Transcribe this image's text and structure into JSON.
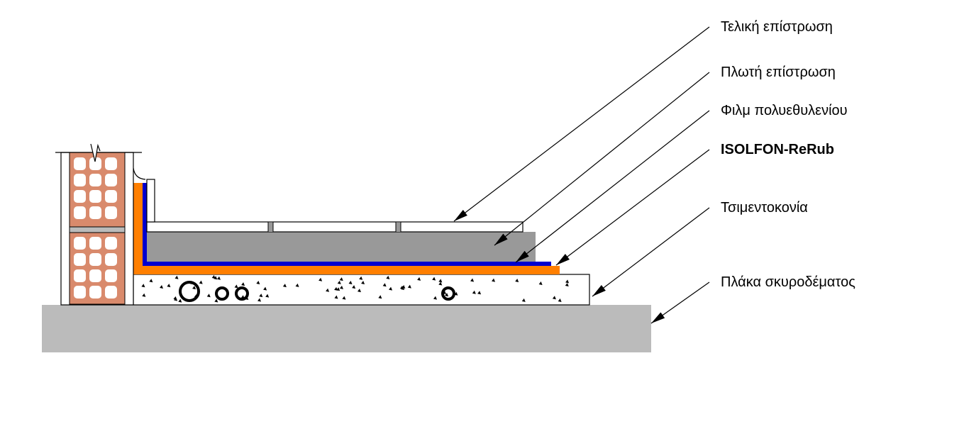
{
  "labels": {
    "finish": "Τελική επίστρωση",
    "floating": "Πλωτή επίστρωση",
    "film": "Φιλμ πολυεθυλενίου",
    "isolfon": "ISOLFON-ReRub",
    "screed": "Τσιμεντοκονία",
    "slab": "Πλάκα σκυροδέματος"
  },
  "colors": {
    "orange": "#ff7f00",
    "blue": "#0000d0",
    "gray_screed": "#999999",
    "slab": "#bbbbbb",
    "brick": "#d98a6c"
  }
}
